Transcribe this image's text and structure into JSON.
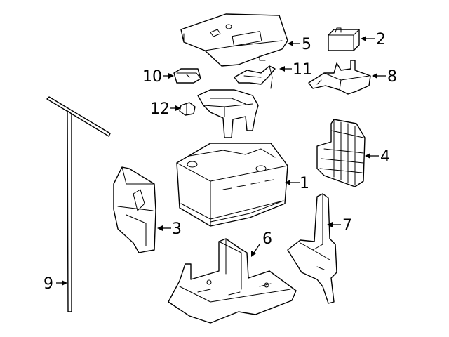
{
  "diagram": {
    "callouts": [
      {
        "id": "1",
        "label": "1",
        "part": "battery"
      },
      {
        "id": "2",
        "label": "2",
        "part": "small-box"
      },
      {
        "id": "3",
        "label": "3",
        "part": "side-bracket"
      },
      {
        "id": "4",
        "label": "4",
        "part": "insulator-shield"
      },
      {
        "id": "5",
        "label": "5",
        "part": "battery-cover"
      },
      {
        "id": "6",
        "label": "6",
        "part": "battery-tray"
      },
      {
        "id": "7",
        "label": "7",
        "part": "support-bracket"
      },
      {
        "id": "8",
        "label": "8",
        "part": "mount-bracket"
      },
      {
        "id": "9",
        "label": "9",
        "part": "hold-down-rod"
      },
      {
        "id": "10",
        "label": "10",
        "part": "terminal-cover"
      },
      {
        "id": "11",
        "label": "11",
        "part": "clip"
      },
      {
        "id": "12",
        "label": "12",
        "part": "fuse-block"
      }
    ]
  }
}
